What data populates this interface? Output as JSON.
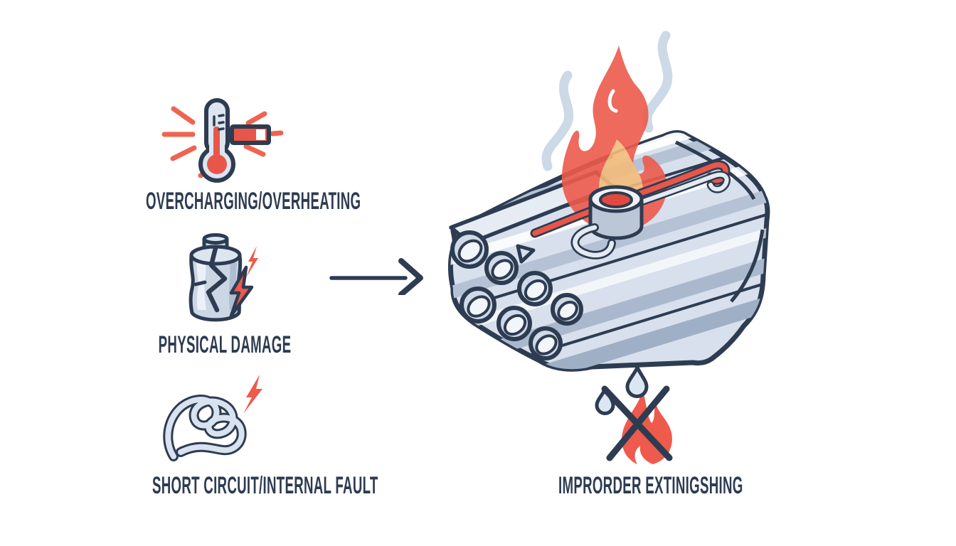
{
  "background": "#ffffff",
  "colors": {
    "ink_navy": "#2e3c52",
    "accent_red": "#ee5a4b",
    "flame_inner_orange": "#f2bc7c",
    "cell_light_blue": "#d7e0ec",
    "shade_blue": "#b5c2d5",
    "smoke_blue": "#ccd9e6"
  },
  "causes": [
    {
      "label": "OVERCHARGING/OVERHEATING",
      "icon": "overheating-thermometer-icon"
    },
    {
      "label": "PHYSICAL DAMAGE",
      "icon": "cracked-battery-icon"
    },
    {
      "label": "SHORT CIRCUIT/INTERNAL FAULT",
      "icon": "tangled-wire-icon"
    }
  ],
  "flow": {
    "arrow_icon": "right-arrow-icon"
  },
  "result": {
    "illustration": "burning-battery-pack-illustration"
  },
  "warning": {
    "label": "IMPRORDER EXTINIGSHING",
    "icon": "no-water-on-fire-icon"
  }
}
